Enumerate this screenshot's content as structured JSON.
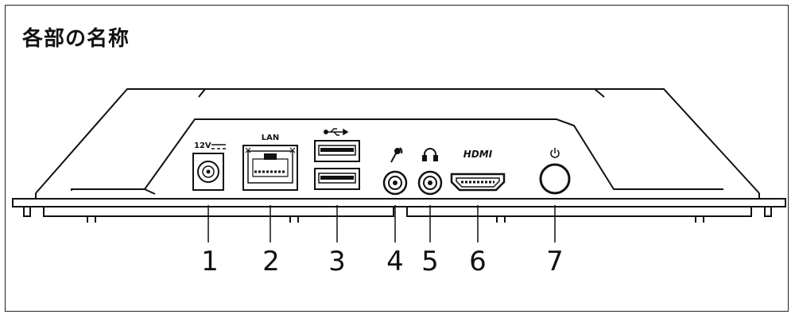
{
  "title": "各部の名称",
  "labels": {
    "dc_in": "12V",
    "lan": "LAN",
    "hdmi": "HDMI"
  },
  "callouts": [
    "1",
    "2",
    "3",
    "4",
    "5",
    "6",
    "7"
  ],
  "icons": [
    "dc-polarity-icon",
    "usb-icon",
    "microphone-icon",
    "headphone-icon",
    "power-icon"
  ]
}
